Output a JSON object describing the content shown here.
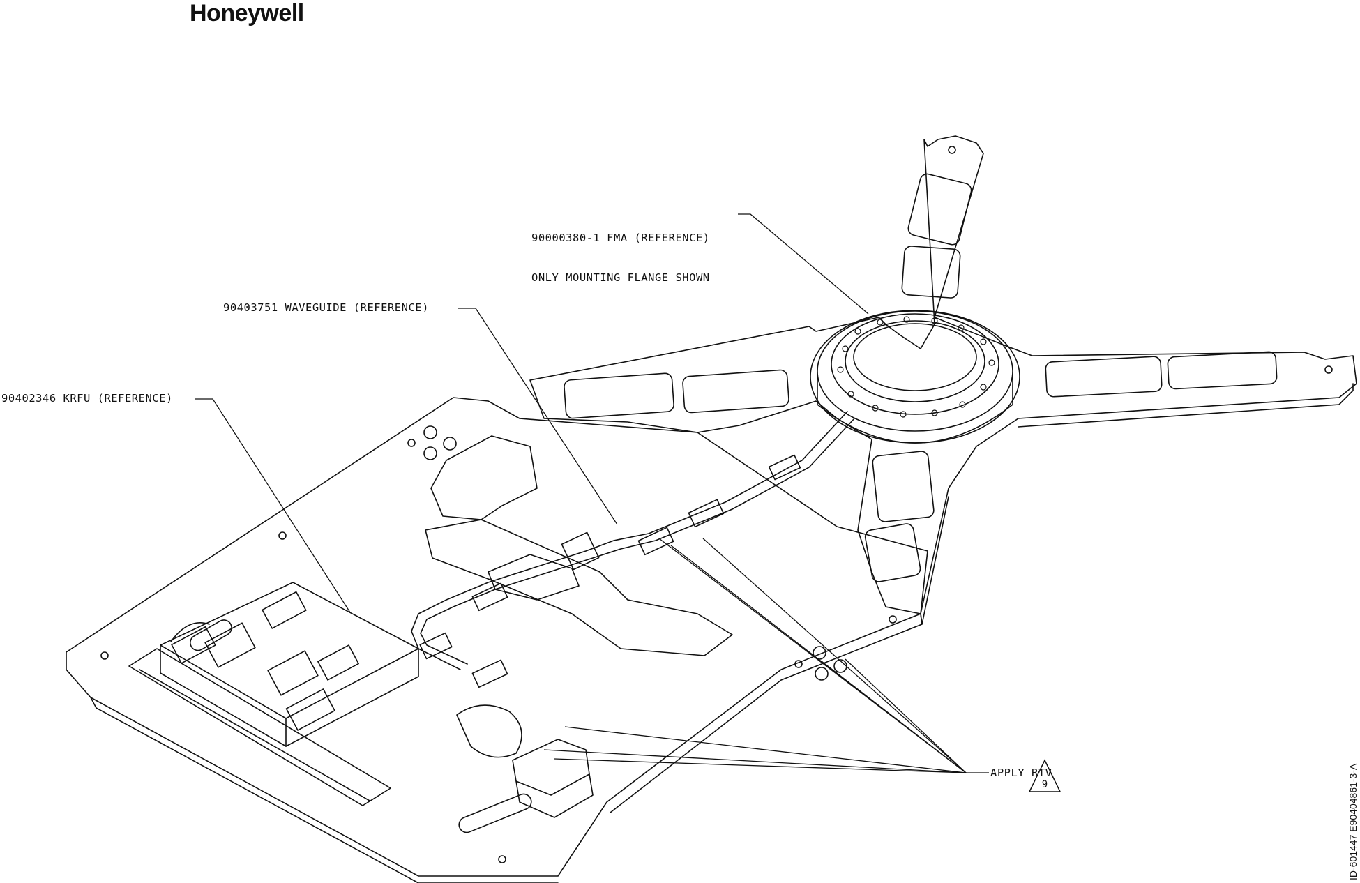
{
  "brand": {
    "logo_text": "Honeywell"
  },
  "callouts": {
    "fma": {
      "line1": "90000380-1 FMA (REFERENCE)",
      "line2": "ONLY MOUNTING FLANGE SHOWN"
    },
    "waveguide": {
      "text": "90403751 WAVEGUIDE (REFERENCE)"
    },
    "krfu": {
      "text": "90402346 KRFU (REFERENCE)"
    },
    "rtv": {
      "text": "APPLY RTV",
      "note_number": "9"
    }
  },
  "figure_id": "ID-601447   E90404861-3-A"
}
